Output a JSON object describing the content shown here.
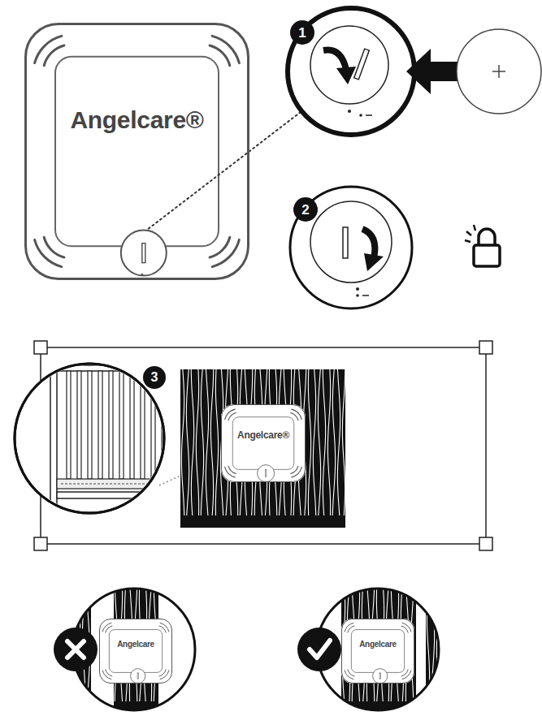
{
  "diagram": {
    "nodes": [
      {
        "text": [
          "Angelcare®"
        ]
      },
      {
        "text": [
          "Angelcare®"
        ]
      },
      {
        "text": [
          "Angelcare"
        ]
      },
      {
        "text": [
          "Angelcare"
        ]
      }
    ],
    "labels": [
      "1",
      "2",
      "3"
    ]
  }
}
